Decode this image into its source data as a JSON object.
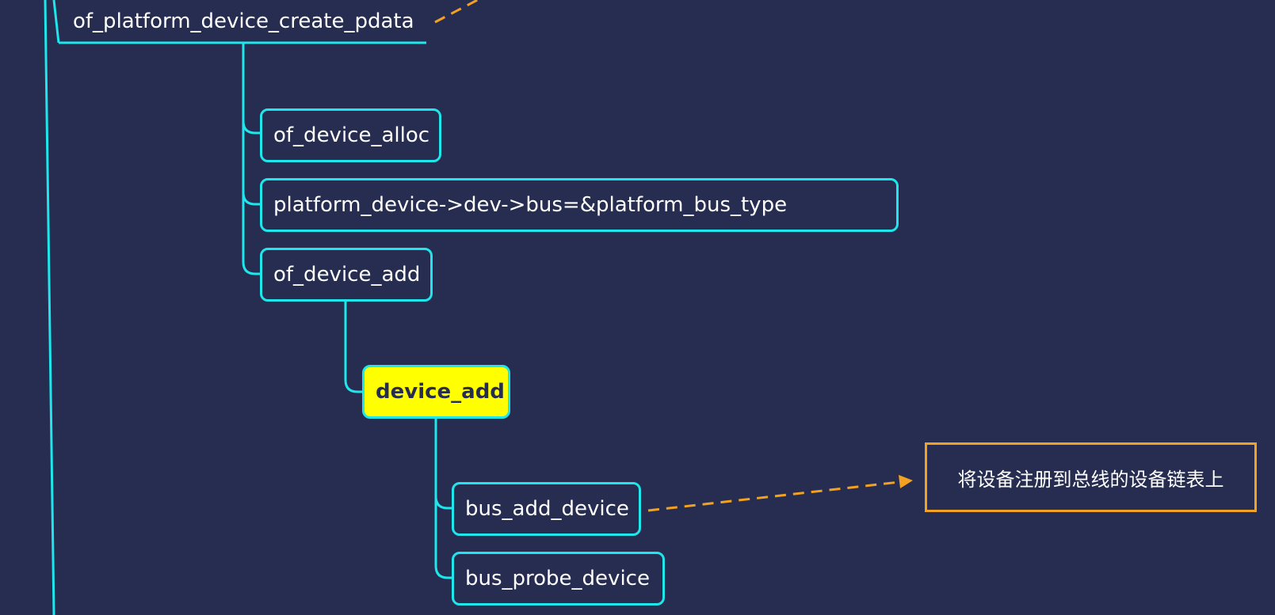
{
  "nodes": {
    "root": "of_platform_device_create_pdata",
    "alloc": "of_device_alloc",
    "bus_assign": "platform_device->dev->bus=&platform_bus_type",
    "add": "of_device_add",
    "device_add": "device_add",
    "bus_add_device": "bus_add_device",
    "bus_probe_device": "bus_probe_device"
  },
  "notes": {
    "bus_add_device_note": "将设备注册到总线的设备链表上"
  },
  "colors": {
    "background": "#262d50",
    "connector": "#1ee6ea",
    "highlight_fill": "#ffff00",
    "note_border": "#f2a121",
    "text": "#ffffff"
  }
}
